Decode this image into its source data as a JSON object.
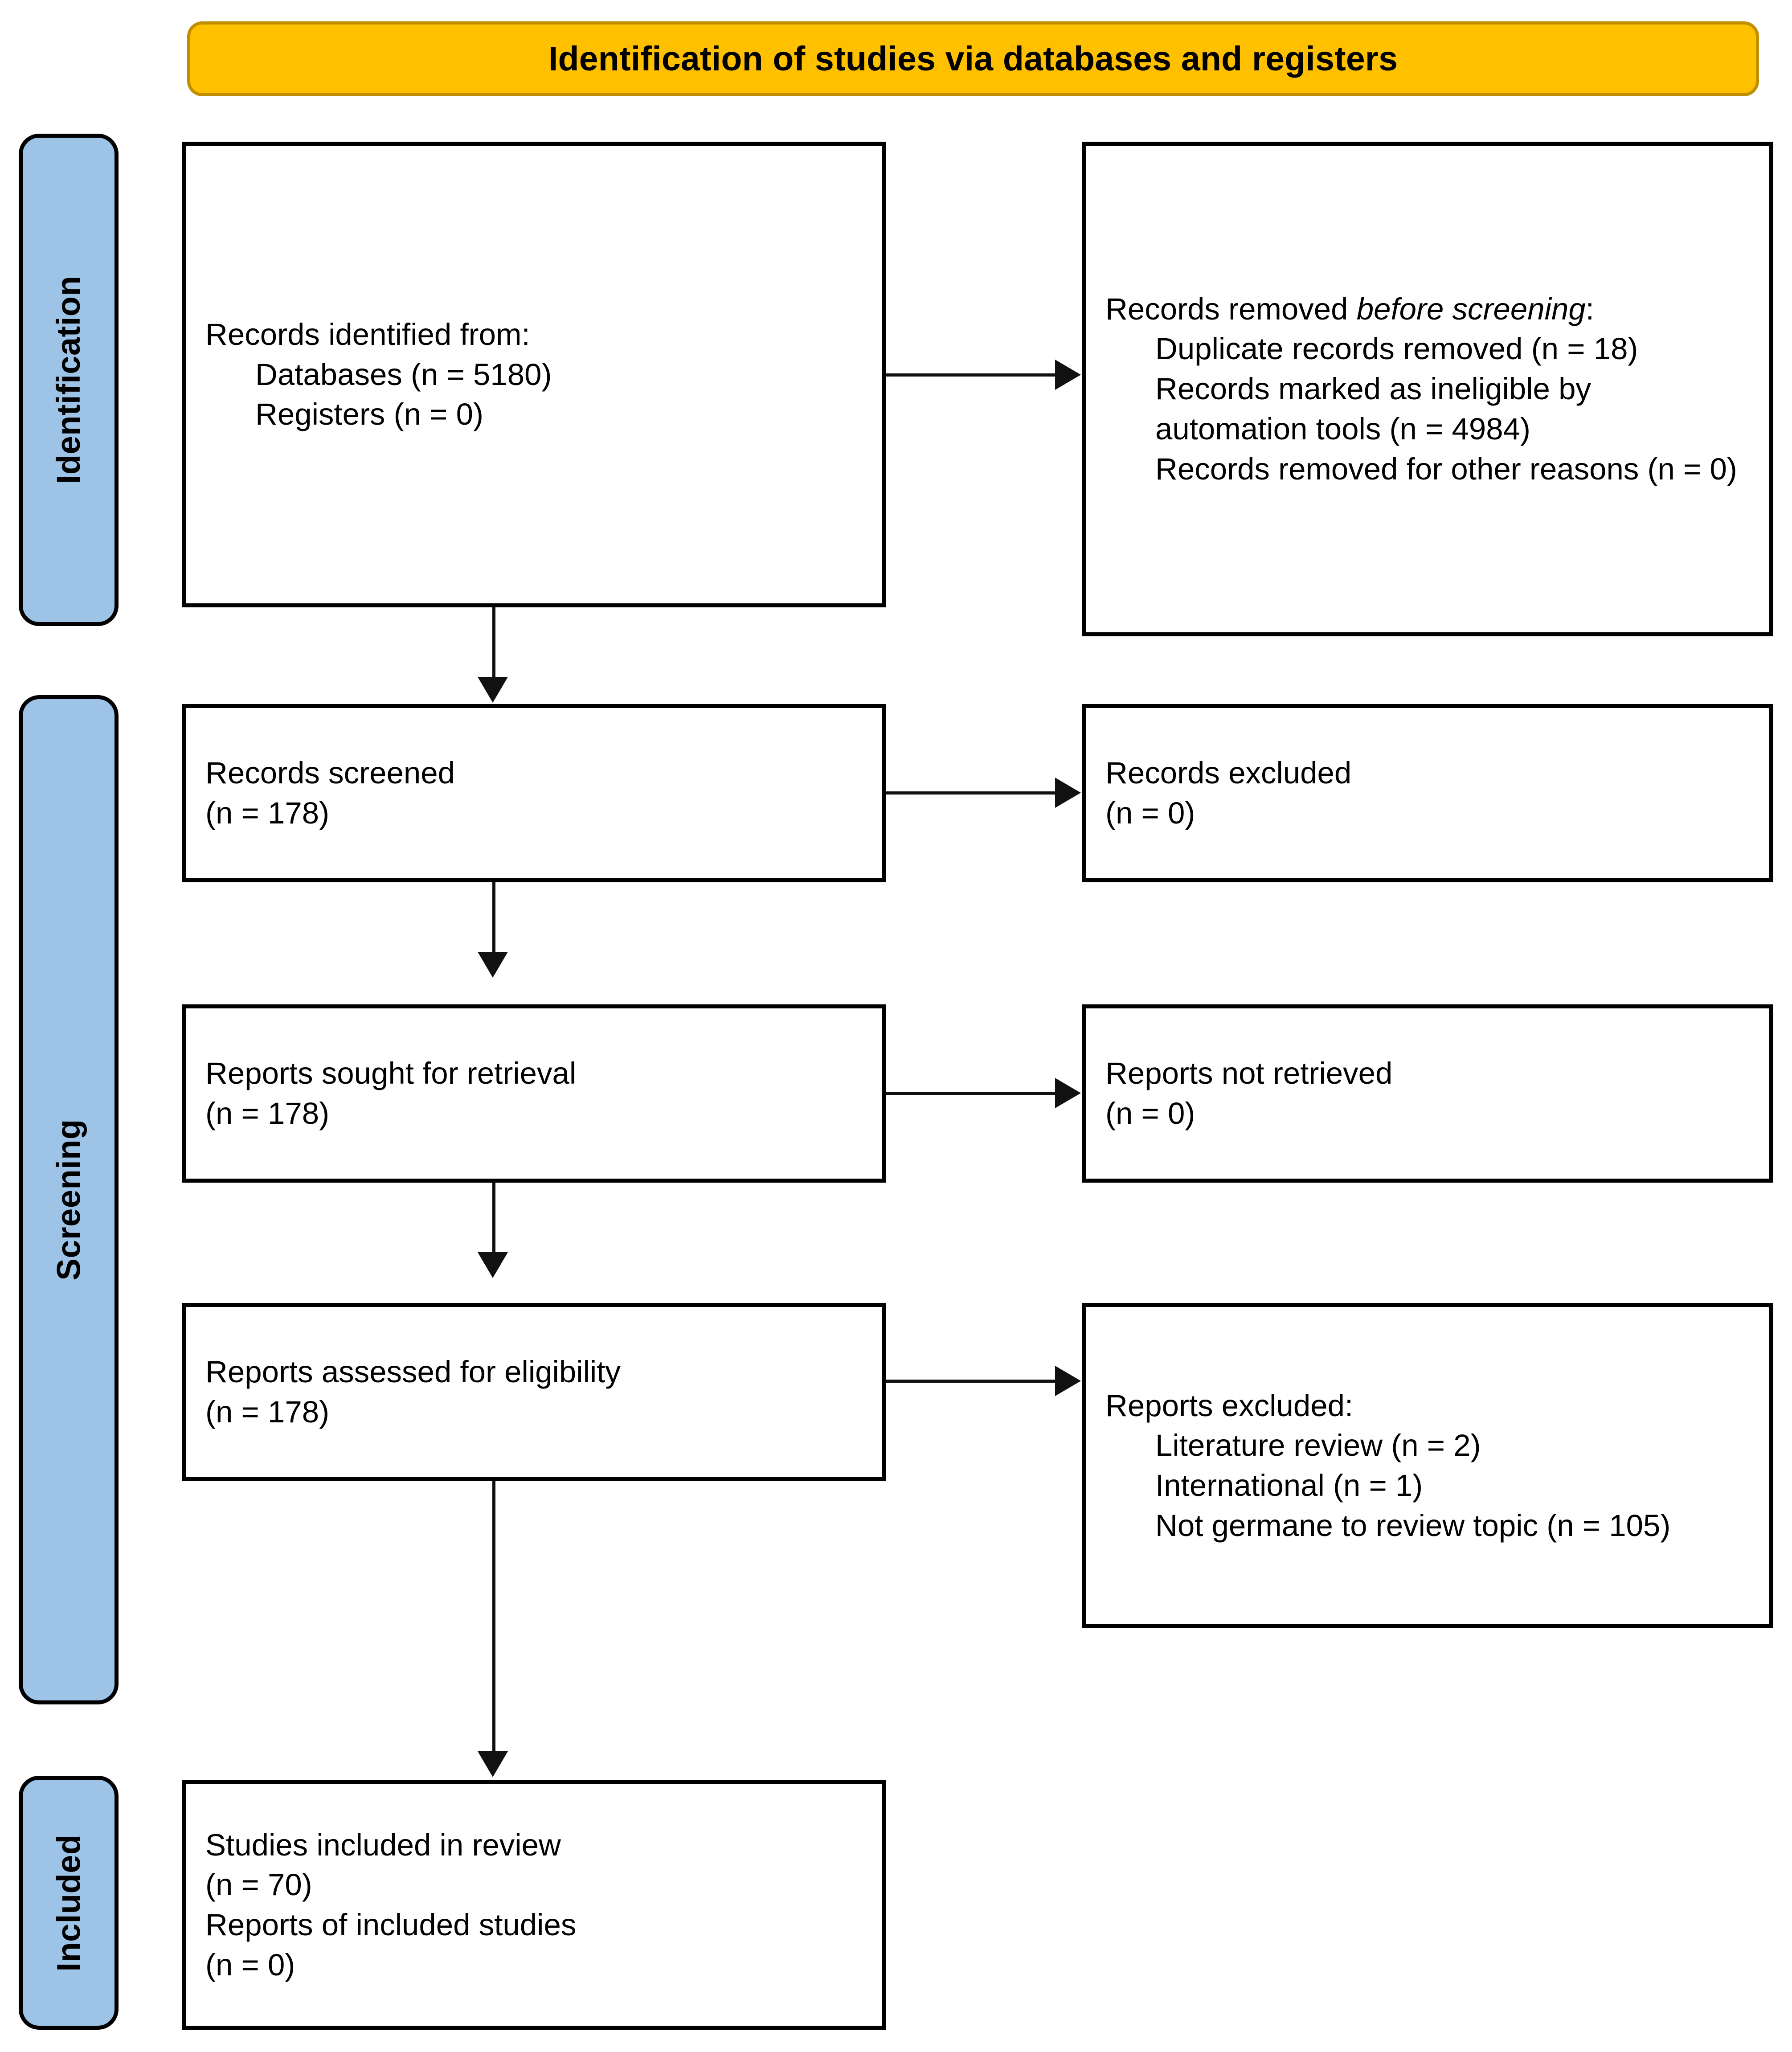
{
  "header": {
    "title": "Identification of studies via databases and registers",
    "fill_color": "#FFC000",
    "border_color": "#BF8F00"
  },
  "phases": {
    "fill_color": "#9DC3E6",
    "identification": "Identification",
    "screening": "Screening",
    "included": "Included"
  },
  "boxes": {
    "identified": {
      "heading": "Records identified from:",
      "item_databases": "Databases (n = 5180)",
      "item_registers": "Registers (n = 0)"
    },
    "removed_before": {
      "heading_plain": "Records removed ",
      "heading_italic": "before screening",
      "heading_colon": ":",
      "item_duplicates": "Duplicate records removed (n = 18)",
      "item_automation": "Records marked as ineligible by automation tools (n = 4984)",
      "item_other": "Records removed for other reasons (n = 0)"
    },
    "screened": {
      "label": "Records screened",
      "count": "(n = 178)"
    },
    "records_excluded": {
      "label": "Records excluded",
      "count": "(n = 0)"
    },
    "sought": {
      "label": "Reports sought for retrieval",
      "count": "(n = 178)"
    },
    "not_retrieved": {
      "label": "Reports not retrieved",
      "count": "(n = 0)"
    },
    "assessed": {
      "label": "Reports assessed for eligibility",
      "count": "(n = 178)"
    },
    "reports_excluded": {
      "heading": "Reports excluded:",
      "item_literature": "Literature review (n = 2)",
      "item_international": "International (n = 1)",
      "item_not_germane": "Not germane to review topic (n = 105)"
    },
    "included": {
      "label_studies": "Studies included in review",
      "count_studies": "(n = 70)",
      "label_reports": "Reports of included studies",
      "count_reports": "(n = 0)"
    }
  }
}
